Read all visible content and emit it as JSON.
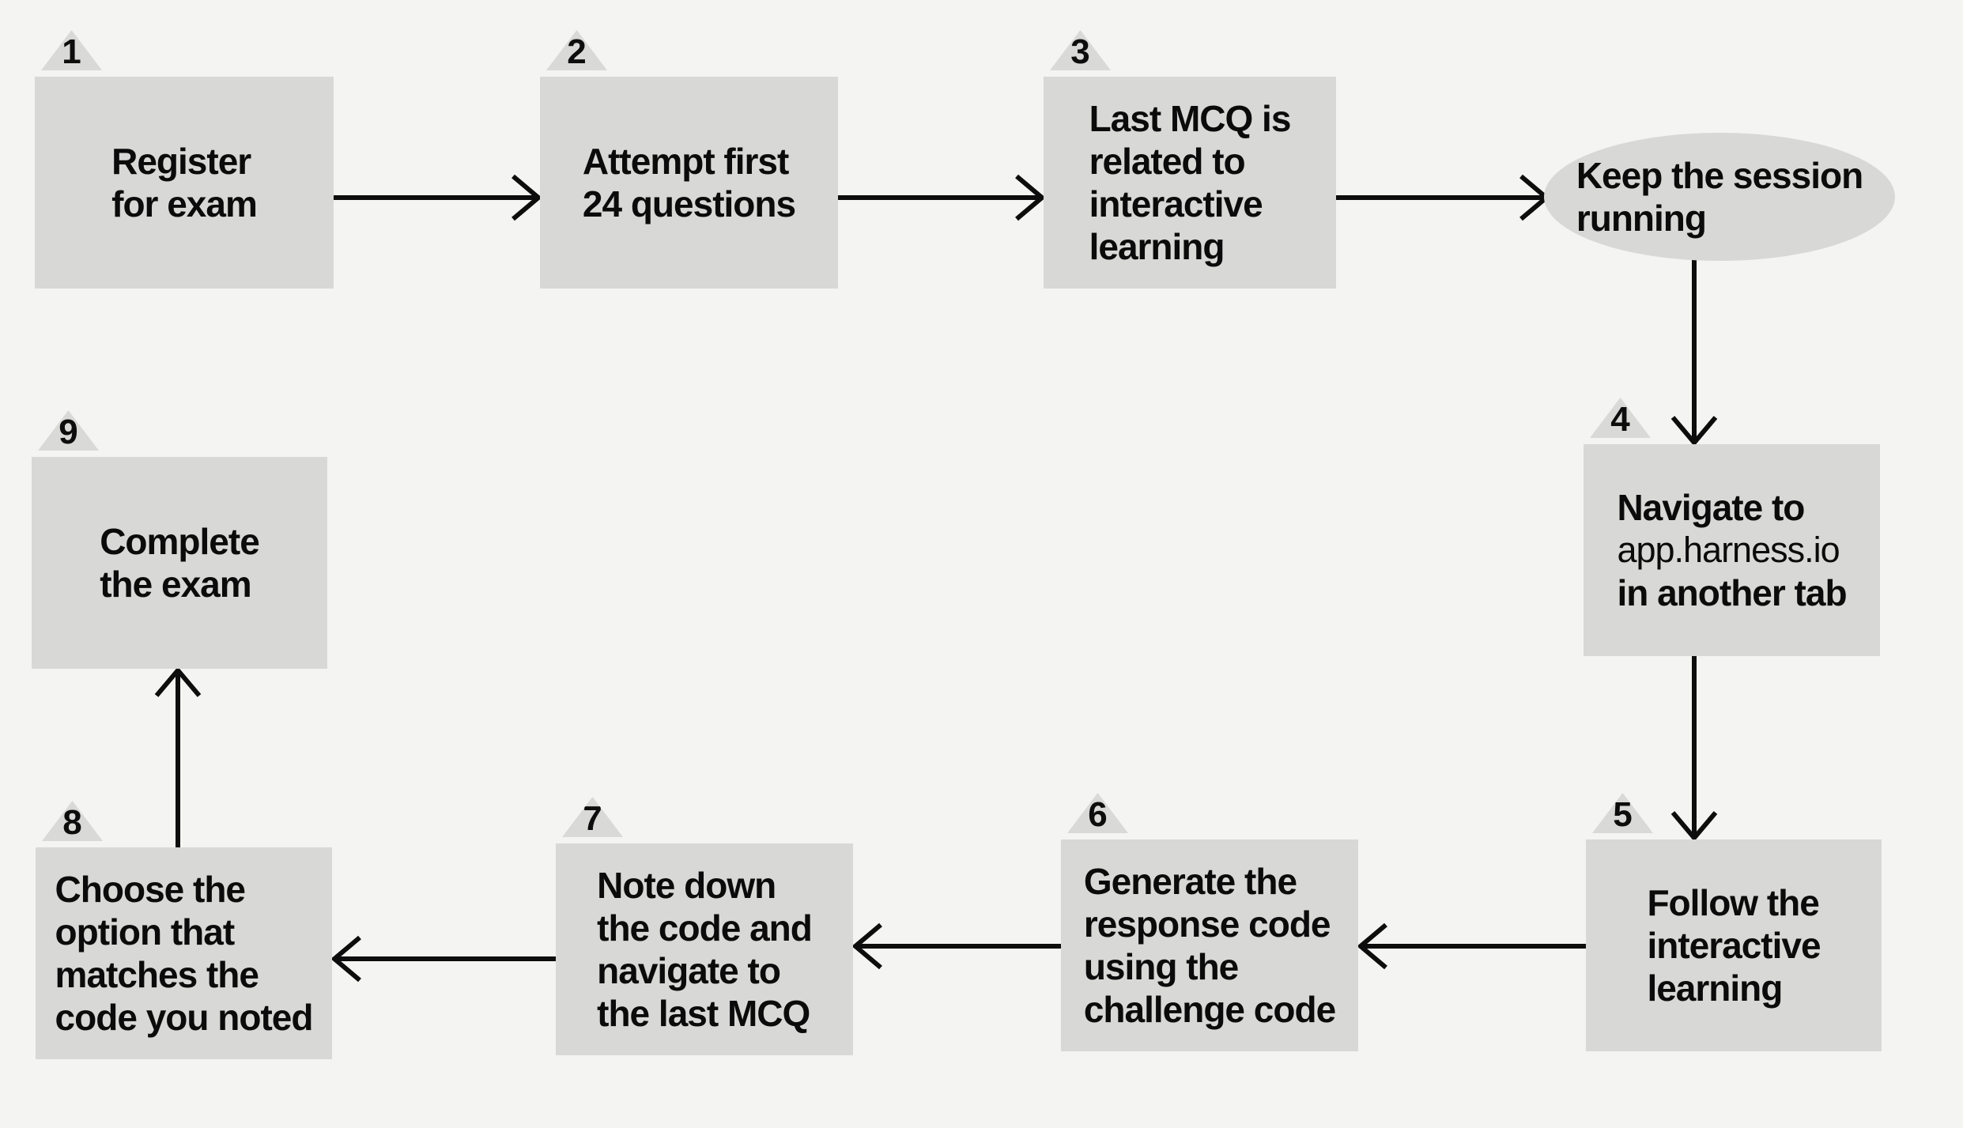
{
  "diagram": {
    "background_color": "#f4f4f2",
    "node_fill_color": "#d8d8d7",
    "badge_fill_color": "#d9d9d8",
    "text_color": "#0b0b0b",
    "arrow_color": "#0d0d0d",
    "nodes": [
      {
        "id": "step1",
        "shape": "rect",
        "number": "1",
        "lines": [
          "Register",
          "for exam"
        ]
      },
      {
        "id": "step2",
        "shape": "rect",
        "number": "2",
        "lines": [
          "Attempt first",
          "24 questions"
        ]
      },
      {
        "id": "step3",
        "shape": "rect",
        "number": "3",
        "lines": [
          "Last MCQ is",
          "related to",
          "interactive",
          "learning"
        ]
      },
      {
        "id": "session",
        "shape": "ellipse",
        "number": null,
        "lines": [
          "Keep the session",
          "running"
        ]
      },
      {
        "id": "step4",
        "shape": "rect",
        "number": "4",
        "lines": [
          "Navigate to",
          "app.harness.io",
          "in another tab"
        ],
        "medium_line_index": 1
      },
      {
        "id": "step5",
        "shape": "rect",
        "number": "5",
        "lines": [
          "Follow the",
          "interactive",
          "learning"
        ]
      },
      {
        "id": "step6",
        "shape": "rect",
        "number": "6",
        "lines": [
          "Generate the",
          "response code",
          "using the",
          "challenge code"
        ]
      },
      {
        "id": "step7",
        "shape": "rect",
        "number": "7",
        "lines": [
          "Note down",
          "the code and",
          "navigate to",
          "the last MCQ"
        ]
      },
      {
        "id": "step8",
        "shape": "rect",
        "number": "8",
        "lines": [
          "Choose the",
          "option that",
          "matches the",
          "code you noted"
        ]
      },
      {
        "id": "step9",
        "shape": "rect",
        "number": "9",
        "lines": [
          "Complete",
          "the exam"
        ]
      }
    ],
    "edges": [
      {
        "from": "step1",
        "to": "step2"
      },
      {
        "from": "step2",
        "to": "step3"
      },
      {
        "from": "step3",
        "to": "session"
      },
      {
        "from": "session",
        "to": "step4"
      },
      {
        "from": "step4",
        "to": "step5"
      },
      {
        "from": "step5",
        "to": "step6"
      },
      {
        "from": "step6",
        "to": "step7"
      },
      {
        "from": "step7",
        "to": "step8"
      },
      {
        "from": "step8",
        "to": "step9"
      }
    ]
  }
}
